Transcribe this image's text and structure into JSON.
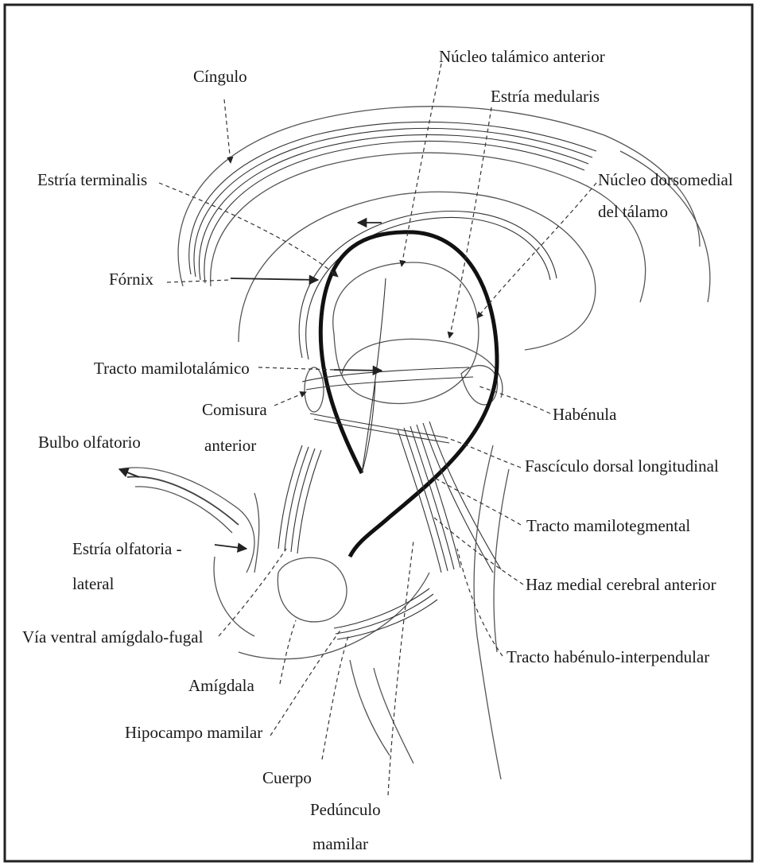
{
  "labels": {
    "cingulo": "Cíngulo",
    "nucleo_talamico_anterior": "Núcleo talámico anterior",
    "estria_medularis": "Estría medularis",
    "estria_terminalis": "Estría terminalis",
    "nucleo_dorsomedial_1": "Núcleo dorsomedial",
    "nucleo_dorsomedial_2": "del tálamo",
    "fornix": "Fórnix",
    "tracto_mamilotalamico": "Tracto mamilotalámico",
    "comisura_1": "Comisura",
    "comisura_2": "anterior",
    "habenula": "Habénula",
    "bulbo_olfatorio": "Bulbo olfatorio",
    "fasciculo_dorsal": "Fascículo dorsal longitudinal",
    "tracto_mamilotegmental": "Tracto mamilotegmental",
    "estria_olfatoria_1": "Estría olfatoria -",
    "estria_olfatoria_2": "lateral",
    "haz_medial": "Haz medial cerebral anterior",
    "via_ventral": "Vía ventral amígdalo-fugal",
    "tracto_habenulo": "Tracto habénulo-interpendular",
    "amigdala": "Amígdala",
    "hipocampo_mamilar": "Hipocampo mamilar",
    "cuerpo": "Cuerpo",
    "pedunculo_1": "Pedúnculo",
    "pedunculo_2": "mamilar"
  }
}
